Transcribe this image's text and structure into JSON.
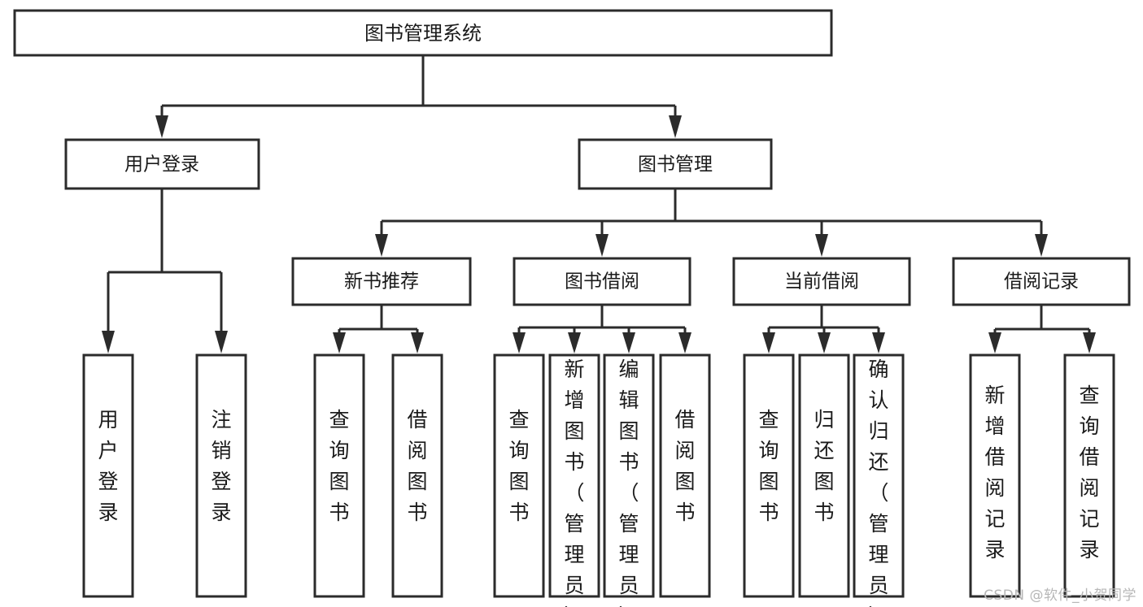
{
  "diagram": {
    "title": "图书管理系统",
    "type": "tree-hierarchy-chart",
    "root": {
      "id": "root",
      "label": "图书管理系统"
    },
    "level2": [
      {
        "id": "user-login",
        "label": "用户登录"
      },
      {
        "id": "book-management",
        "label": "图书管理"
      }
    ],
    "level3": [
      {
        "id": "new-book-recommend",
        "label": "新书推荐",
        "parent": "book-management"
      },
      {
        "id": "book-borrow",
        "label": "图书借阅",
        "parent": "book-management"
      },
      {
        "id": "current-borrow",
        "label": "当前借阅",
        "parent": "book-management"
      },
      {
        "id": "borrow-record",
        "label": "借阅记录",
        "parent": "book-management"
      }
    ],
    "leaves": {
      "user-login": [
        {
          "id": "leaf-user-login",
          "label": "用户登录"
        },
        {
          "id": "leaf-logout-login",
          "label": "注销登录"
        }
      ],
      "new-book-recommend": [
        {
          "id": "leaf-query-book-1",
          "label": "查询图书"
        },
        {
          "id": "leaf-borrow-book-1",
          "label": "借阅图书"
        }
      ],
      "book-borrow": [
        {
          "id": "leaf-query-book-2",
          "label": "查询图书"
        },
        {
          "id": "leaf-add-book-admin",
          "label": "新增图书（管理员）"
        },
        {
          "id": "leaf-edit-book-admin",
          "label": "编辑图书（管理员）"
        },
        {
          "id": "leaf-borrow-book-2",
          "label": "借阅图书"
        }
      ],
      "current-borrow": [
        {
          "id": "leaf-query-book-3",
          "label": "查询图书"
        },
        {
          "id": "leaf-return-book",
          "label": "归还图书"
        },
        {
          "id": "leaf-confirm-return-admin",
          "label": "确认归还（管理员）"
        }
      ],
      "borrow-record": [
        {
          "id": "leaf-add-borrow-record",
          "label": "新增借阅记录"
        },
        {
          "id": "leaf-query-borrow-record",
          "label": "查询借阅记录"
        }
      ]
    },
    "colors": {
      "stroke": "#2b2b2b",
      "fill": "#ffffff",
      "text": "#1a1a1a",
      "watermark": "#b7b7b7"
    }
  },
  "watermark": {
    "text": "CSDN @软件_小贺同学"
  }
}
